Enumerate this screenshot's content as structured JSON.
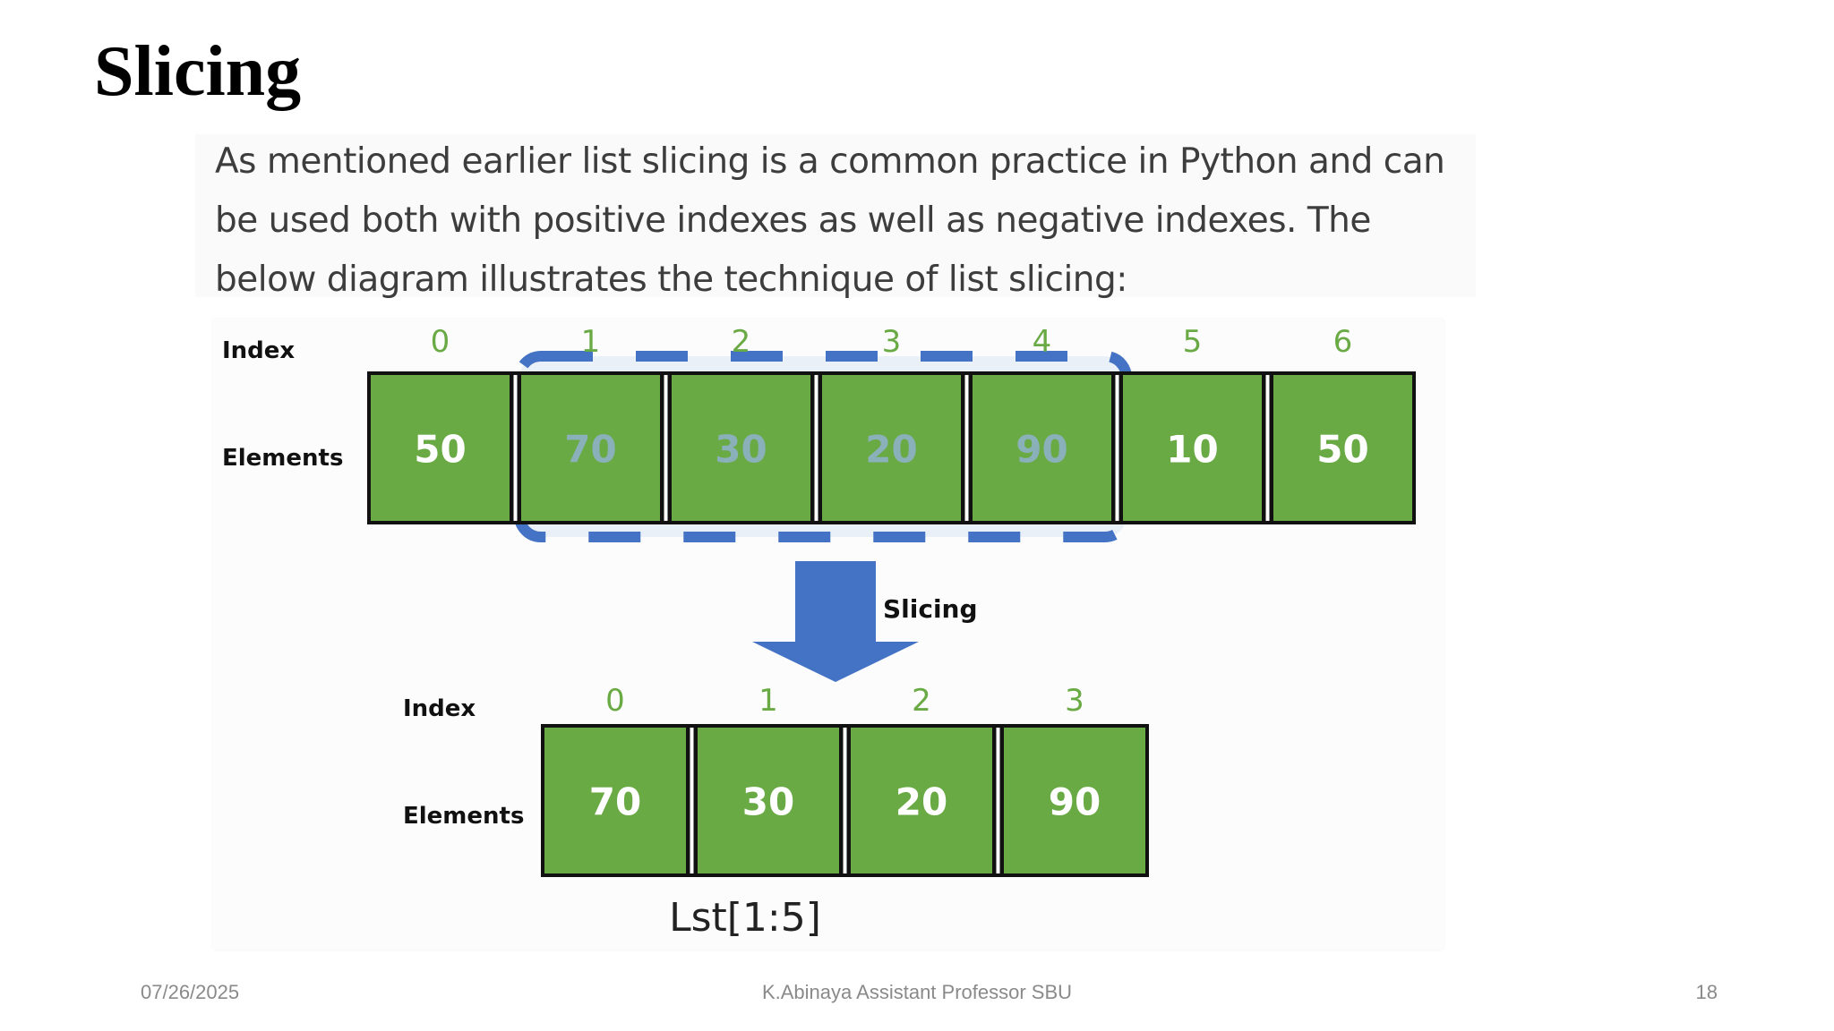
{
  "slide": {
    "title": "Slicing",
    "paragraph": "As mentioned earlier list slicing is a common practice in Python and can be used both with positive indexes as well as negative indexes. The below diagram illustrates the technique of list slicing:"
  },
  "diagram": {
    "top_row": {
      "index_label": "Index",
      "elements_label": "Elements",
      "indexes": [
        "0",
        "1",
        "2",
        "3",
        "4",
        "5",
        "6"
      ],
      "values": [
        "50",
        "70",
        "30",
        "20",
        "90",
        "10",
        "50"
      ],
      "highlighted": [
        false,
        true,
        true,
        true,
        true,
        false,
        false
      ]
    },
    "arrow_label": "Slicing",
    "bottom_row": {
      "index_label": "Index",
      "elements_label": "Elements",
      "indexes": [
        "0",
        "1",
        "2",
        "3"
      ],
      "values": [
        "70",
        "30",
        "20",
        "90"
      ]
    },
    "caption": "Lst[1:5]",
    "colors": {
      "cell_fill": "#6aaa45",
      "index_text": "#6aaa45",
      "highlight_value_text": "#8fb1cf",
      "dash_border": "#4472c4",
      "arrow": "#4472c4"
    }
  },
  "footer": {
    "date": "07/26/2025",
    "center": "K.Abinaya Assistant Professor SBU",
    "page": "18"
  }
}
